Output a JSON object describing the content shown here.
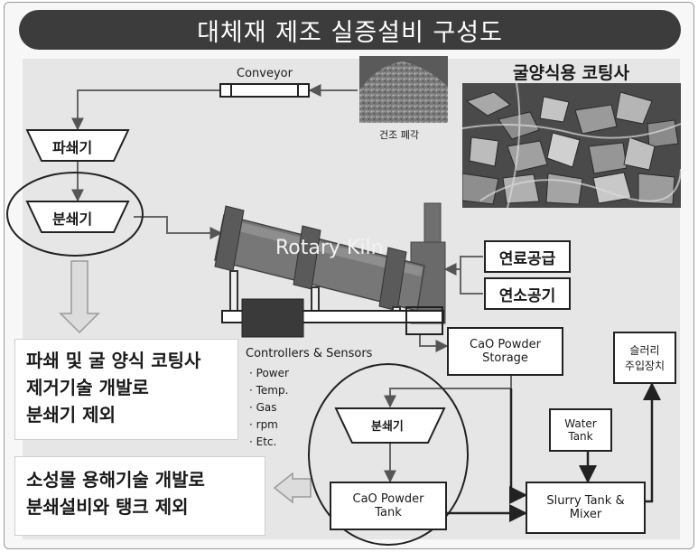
{
  "title": "대체재 제조 실증설비 구성도",
  "conveyor": "Conveyor",
  "dried_shell": "건조 폐각",
  "coating_sand": "굴양식용 코팅사",
  "crusher": "파쇄기",
  "pulverizer": "분쇄기",
  "pulverizer2": "분쇄기",
  "rotary_kiln": "Rotary Kiln",
  "fuel_supply": "연료공급",
  "combustion_air": "연소공기",
  "controllers_title": "Controllers & Sensors",
  "controllers_items": [
    "· Power",
    "· Temp.",
    "· Gas",
    "· rpm",
    "· Etc."
  ],
  "cao_storage": "CaO Powder\nStorage",
  "slurry_injector": "슬러리\n주입장치",
  "water_tank": "Water\nTank",
  "cao_tank": "CaO Powder\nTank",
  "slurry_mixer": "Slurry Tank &\nMixer",
  "note1": "파쇄 및 굴 양식 코팅사\n제거기술 개발로\n분쇄기 제외",
  "note2": "소성물 용해기술 개발로\n분쇄설비와 탱크 제외"
}
